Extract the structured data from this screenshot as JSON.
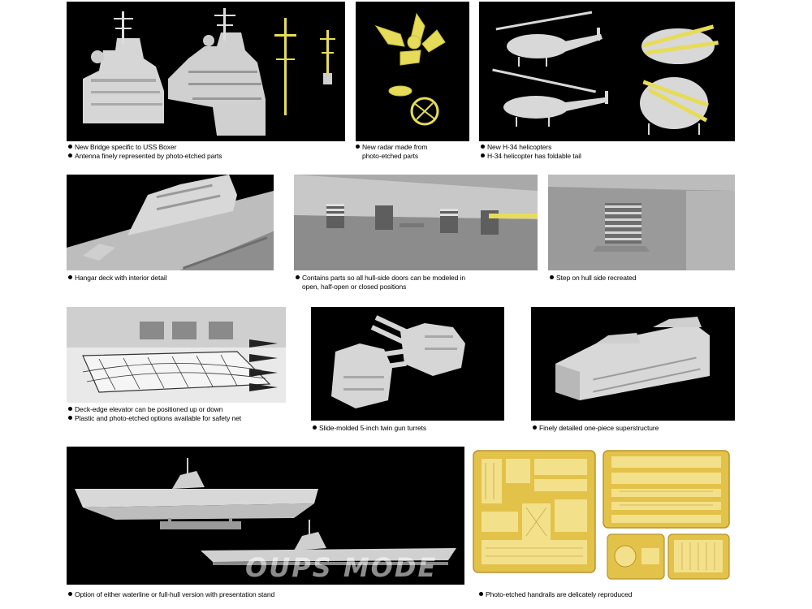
{
  "captions": {
    "bridge": [
      "New Bridge specific to USS Boxer",
      "Antenna finely represented by photo-etched parts"
    ],
    "radar": [
      "New radar made from",
      "photo-etched parts"
    ],
    "helicopter": [
      "New H-34 helicopters",
      "H-34 helicopter has foldable tail"
    ],
    "hangar": [
      "Hangar deck with interior detail"
    ],
    "doors": [
      "Contains parts so all hull-side doors can be modeled in",
      "open, half-open or closed positions"
    ],
    "step": [
      "Step on hull side recreated"
    ],
    "elevator": [
      "Deck-edge elevator can be positioned up or down",
      "Plastic and photo-etched options available for safety net"
    ],
    "turrets": [
      "Slide-molded 5-inch twin gun turrets"
    ],
    "superstructure": [
      "Finely detailed one-piece superstructure"
    ],
    "versions": [
      "Option of either waterline or full-hull version with presentation stand"
    ],
    "handrails": [
      "Photo-etched handrails are delicately reproduced"
    ]
  },
  "watermark": "OUPS MODE",
  "colors": {
    "dark_bg": "#000000",
    "model_grey": "#d8d8d8",
    "etch_gold": "#e6dc5a",
    "brass": "#e3c24a"
  }
}
